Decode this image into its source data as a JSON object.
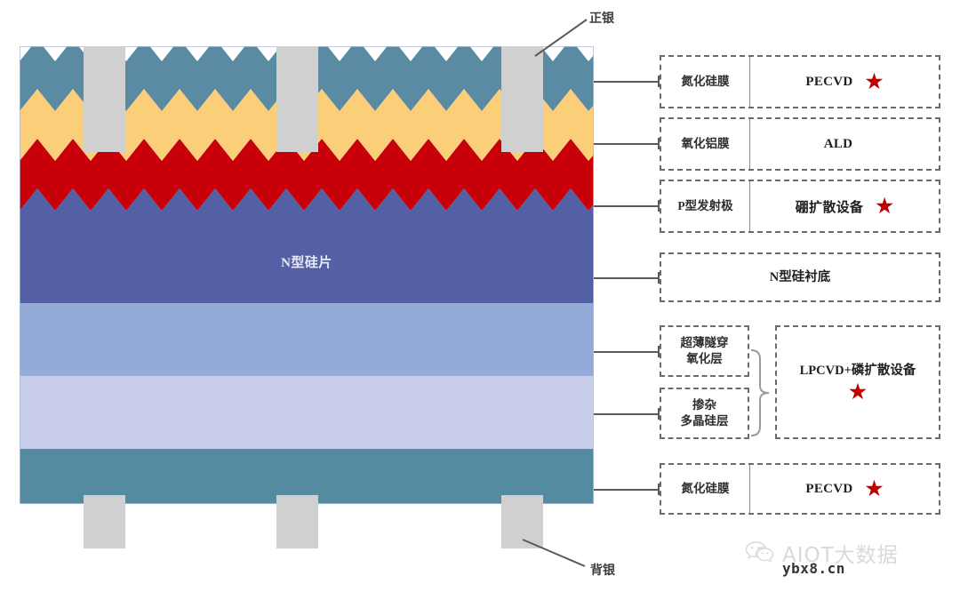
{
  "diagram": {
    "wafer_label": "N型硅片",
    "front_contact_label": "正银",
    "back_contact_label": "背银",
    "colors": {
      "antireflective_nitride": "#5b8aa3",
      "alumina": "#fbcf7a",
      "p_emitter": "#c8000a",
      "n_wafer": "#5360a6",
      "tunnel_oxide": "#93abd6",
      "poly_silicon": "#c8cee9",
      "rear_nitride": "#558ba0",
      "electrode_silver": "#d0d0d0",
      "outline": "#aebcd6",
      "star": "#c00000",
      "leader_line": "#5a5a5a",
      "legend_border": "#6b6b6b"
    }
  },
  "legend": {
    "rows": [
      {
        "id": "front-nitride",
        "layer": "氮化硅膜",
        "tool": "PECVD",
        "star": "★"
      },
      {
        "id": "alumina",
        "layer": "氧化铝膜",
        "tool": "ALD",
        "star": ""
      },
      {
        "id": "p-emitter",
        "layer": "P型发射极",
        "tool": "硼扩散设备",
        "star": "★"
      },
      {
        "id": "n-substrate",
        "layer": "N型硅衬底",
        "tool": "",
        "star": ""
      },
      {
        "id": "tunnel-oxide",
        "layer": "超薄隧穿\n氧化层",
        "tool": "",
        "star": ""
      },
      {
        "id": "doped-poly",
        "layer": "掺杂\n多晶硅层",
        "tool": "",
        "star": ""
      },
      {
        "id": "passivation-tool",
        "layer": "",
        "tool": "LPCVD+磷扩散设备",
        "star": "★"
      },
      {
        "id": "rear-nitride",
        "layer": "氮化硅膜",
        "tool": "PECVD",
        "star": "★"
      }
    ]
  },
  "watermark": {
    "brand": "AIOT大数据",
    "domain": "ybx8.cn",
    "icon": "wechat-icon"
  }
}
